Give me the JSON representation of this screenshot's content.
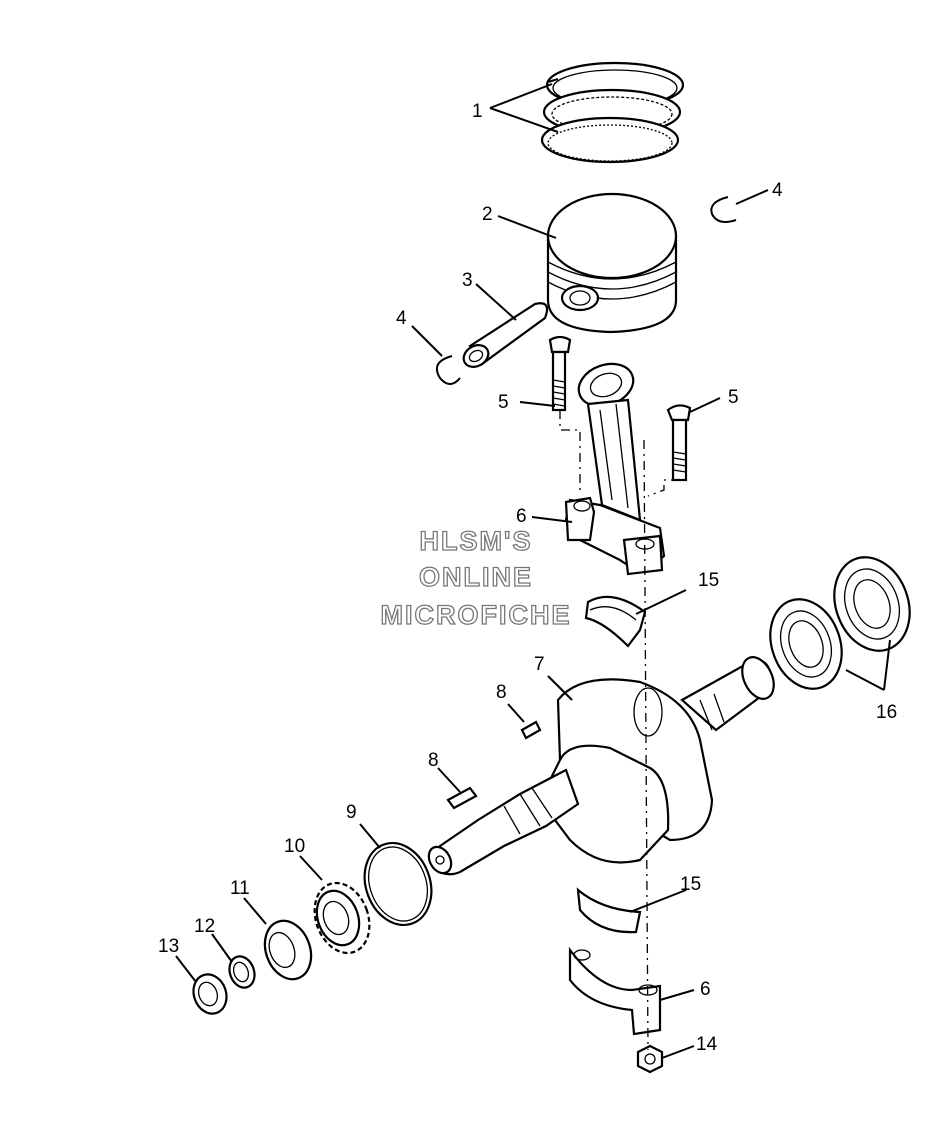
{
  "watermark": {
    "line1": "HLSM'S",
    "line2": "ONLINE",
    "line3": "MICROFICHE"
  },
  "callouts": [
    {
      "id": "c1",
      "text": "1"
    },
    {
      "id": "c2",
      "text": "2"
    },
    {
      "id": "c3",
      "text": "3"
    },
    {
      "id": "c4a",
      "text": "4"
    },
    {
      "id": "c4b",
      "text": "4"
    },
    {
      "id": "c5a",
      "text": "5"
    },
    {
      "id": "c5b",
      "text": "5"
    },
    {
      "id": "c6a",
      "text": "6"
    },
    {
      "id": "c6b",
      "text": "6"
    },
    {
      "id": "c7",
      "text": "7"
    },
    {
      "id": "c8a",
      "text": "8"
    },
    {
      "id": "c8b",
      "text": "8"
    },
    {
      "id": "c9",
      "text": "9"
    },
    {
      "id": "c10",
      "text": "10"
    },
    {
      "id": "c11",
      "text": "11"
    },
    {
      "id": "c12",
      "text": "12"
    },
    {
      "id": "c13",
      "text": "13"
    },
    {
      "id": "c14",
      "text": "14"
    },
    {
      "id": "c15a",
      "text": "15"
    },
    {
      "id": "c15b",
      "text": "15"
    },
    {
      "id": "c16",
      "text": "16"
    }
  ]
}
